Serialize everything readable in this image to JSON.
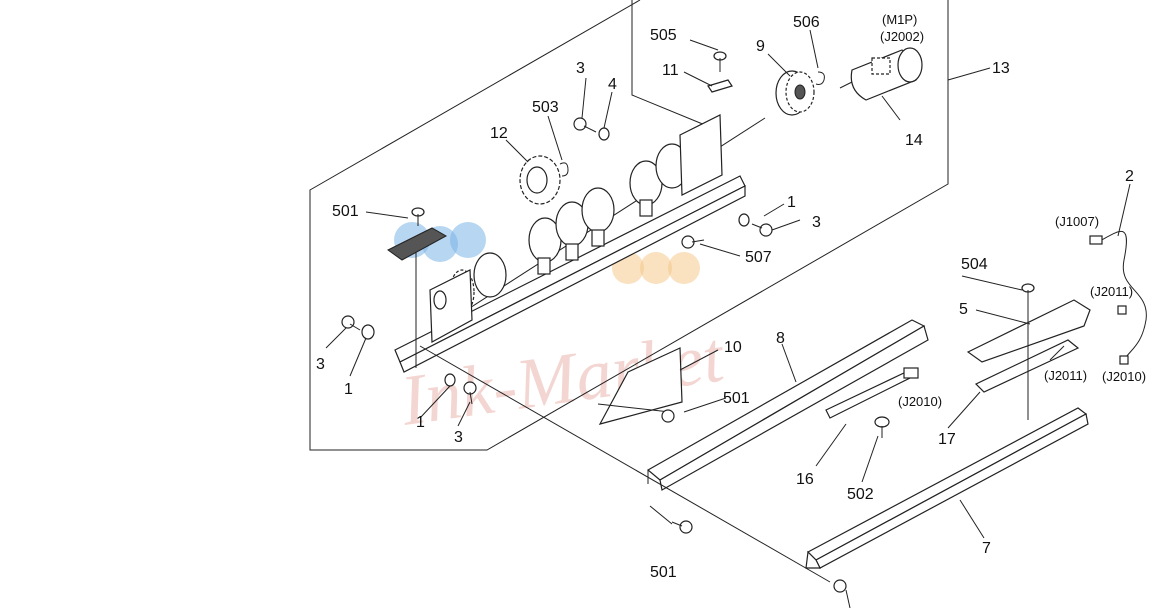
{
  "watermark": {
    "text": "Ink-Market",
    "dot_colors": [
      "#7ab4e6",
      "#7ab4e6",
      "#7ab4e6",
      "#f6c98a",
      "#f6c98a",
      "#f6c98a"
    ]
  },
  "labels": {
    "l505": "505",
    "l506": "506",
    "lM1P": "(M1P)",
    "lJ2002": "(J2002)",
    "l9": "9",
    "l13": "13",
    "l11": "11",
    "l3a": "3",
    "l4": "4",
    "l503": "503",
    "l12": "12",
    "l14": "14",
    "l2": "2",
    "l501a": "501",
    "l1a": "1",
    "l3b": "3",
    "lJ1007": "(J1007)",
    "l507": "507",
    "l504": "504",
    "lJ2011a": "(J2011)",
    "l5": "5",
    "l3c": "3",
    "l1b": "1",
    "l10": "10",
    "l8": "8",
    "l2011b": "(J2011)",
    "lJ2010a": "(J2010)",
    "l501b": "501",
    "lJ2010b": "(J2010)",
    "l1c": "1",
    "l3d": "3",
    "l17": "17",
    "l16": "16",
    "l502": "502",
    "l7": "7",
    "l501c": "501"
  }
}
